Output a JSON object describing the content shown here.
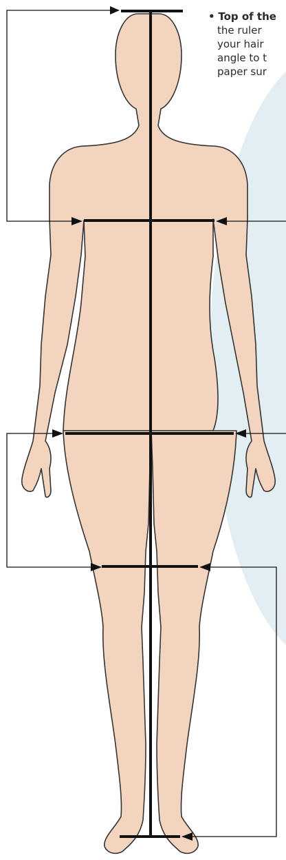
{
  "note": {
    "bullet": "•",
    "term": "Top of the",
    "lines": [
      "the ruler",
      "your hair",
      "angle to t",
      "paper sur"
    ]
  },
  "colors": {
    "skin": "#f3d5bf",
    "outline": "#333333",
    "line": "#111111",
    "backdrop": "#e2eef2"
  },
  "icons": [
    "arrow-right-icon",
    "arrow-left-icon"
  ]
}
